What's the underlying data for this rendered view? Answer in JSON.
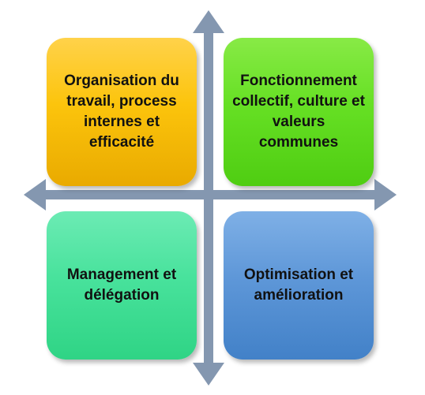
{
  "quadrants": {
    "top_left": {
      "label": "Organisation du travail, process internes et efficacité",
      "color": "#fcc40c"
    },
    "top_right": {
      "label": "Fonctionnement collectif, culture et valeurs communes",
      "color": "#66e024"
    },
    "bottom_left": {
      "label": "Management et délégation",
      "color": "#48e29c"
    },
    "bottom_right": {
      "label": "Optimisation et amélioration",
      "color": "#5e97d8"
    }
  },
  "axes": {
    "color": "#8497b0",
    "arrows": [
      "up",
      "down",
      "left",
      "right"
    ]
  }
}
